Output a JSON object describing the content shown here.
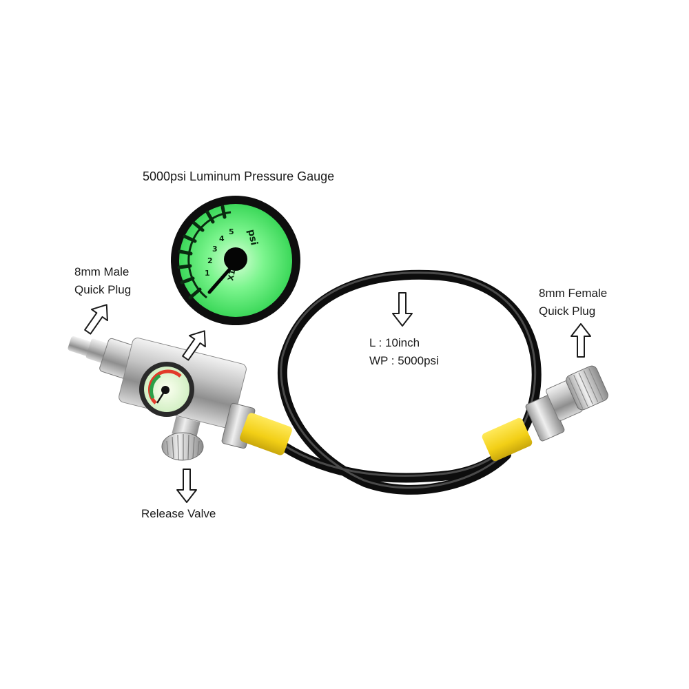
{
  "labels": {
    "gauge_title": "5000psi Luminum Pressure Gauge",
    "male_plug_line1": "8mm Male",
    "male_plug_line2": "Quick Plug",
    "hose_length": "L : 10inch",
    "hose_pressure": "WP : 5000psi",
    "female_plug_line1": "8mm Female",
    "female_plug_line2": "Quick Plug",
    "release_valve": "Release Valve"
  },
  "gauge_face": {
    "scale_numbers": [
      "1",
      "2",
      "3",
      "4",
      "5"
    ],
    "unit": "psi",
    "multiplier": "X1000"
  },
  "colors": {
    "glow_green": "#5cf07a",
    "dark_bezel": "#111111",
    "hose_black": "#141414",
    "sleeve_yellow": "#f2d21c",
    "steel": "#c9c9c9"
  }
}
